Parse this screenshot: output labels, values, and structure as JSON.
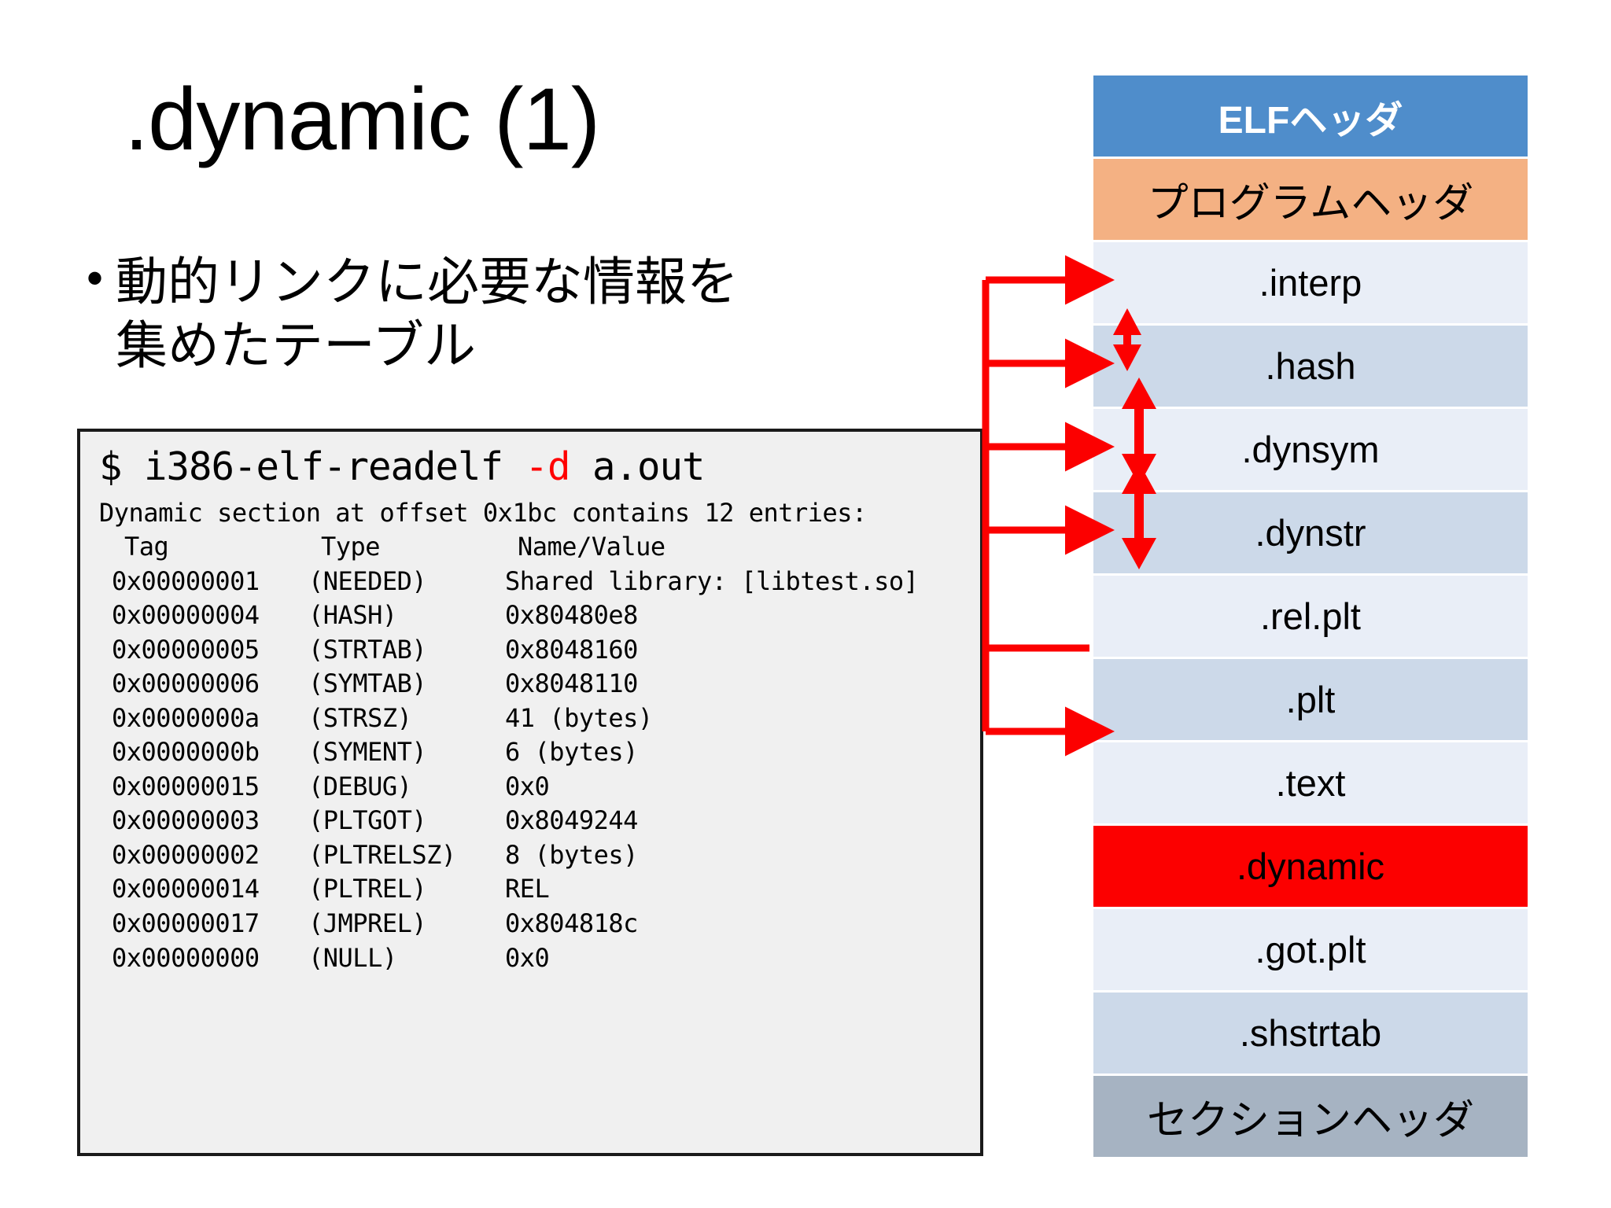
{
  "slide": {
    "title": ".dynamic (1)",
    "bullet_marker": "•",
    "bullet_text": "動的リンクに必要な情報を集めたテーブル"
  },
  "terminal": {
    "prompt": "$ ",
    "command_pre": "i386-elf-readelf ",
    "command_flag": "-d",
    "command_post": " a.out",
    "summary": "Dynamic section at offset 0x1bc contains 12 entries:",
    "headers": {
      "tag": "Tag",
      "type": "Type",
      "value": "Name/Value"
    },
    "rows": [
      {
        "tag": "0x00000001",
        "type": "(NEEDED)",
        "value": "Shared library: [libtest.so]"
      },
      {
        "tag": "0x00000004",
        "type": "(HASH)",
        "value": "0x80480e8"
      },
      {
        "tag": "0x00000005",
        "type": "(STRTAB)",
        "value": "0x8048160"
      },
      {
        "tag": "0x00000006",
        "type": "(SYMTAB)",
        "value": "0x8048110"
      },
      {
        "tag": "0x0000000a",
        "type": "(STRSZ)",
        "value": "41 (bytes)"
      },
      {
        "tag": "0x0000000b",
        "type": "(SYMENT)",
        "value": "6 (bytes)"
      },
      {
        "tag": "0x00000015",
        "type": "(DEBUG)",
        "value": "0x0"
      },
      {
        "tag": "0x00000003",
        "type": "(PLTGOT)",
        "value": "0x8049244"
      },
      {
        "tag": "0x00000002",
        "type": "(PLTRELSZ)",
        "value": "8 (bytes)"
      },
      {
        "tag": "0x00000014",
        "type": "(PLTREL)",
        "value": "REL"
      },
      {
        "tag": "0x00000017",
        "type": "(JMPREL)",
        "value": "0x804818c"
      },
      {
        "tag": "0x00000000",
        "type": "(NULL)",
        "value": "0x0"
      }
    ]
  },
  "elf_layout": {
    "rows": [
      {
        "label": "ELFヘッダ",
        "style": "elf-header"
      },
      {
        "label": "プログラムヘッダ",
        "style": "prog-header"
      },
      {
        "label": ".interp",
        "style": "light"
      },
      {
        "label": ".hash",
        "style": "dark"
      },
      {
        "label": ".dynsym",
        "style": "light"
      },
      {
        "label": ".dynstr",
        "style": "dark"
      },
      {
        "label": ".rel.plt",
        "style": "light"
      },
      {
        "label": ".plt",
        "style": "dark"
      },
      {
        "label": ".text",
        "style": "light"
      },
      {
        "label": ".dynamic",
        "style": "hl"
      },
      {
        "label": ".got.plt",
        "style": "light"
      },
      {
        "label": ".shstrtab",
        "style": "dark"
      },
      {
        "label": "セクションヘッダ",
        "style": "sect-header"
      }
    ]
  },
  "colors": {
    "elf_header_bg": "#4f8dcb",
    "program_header_bg": "#f4b183",
    "section_light_bg": "#e9eef7",
    "section_dark_bg": "#ccd9e9",
    "highlight_bg": "#fc0000",
    "section_header_bg": "#a6b3c2",
    "arrow_red": "#fc0000",
    "terminal_bg": "#f0f0f0"
  }
}
